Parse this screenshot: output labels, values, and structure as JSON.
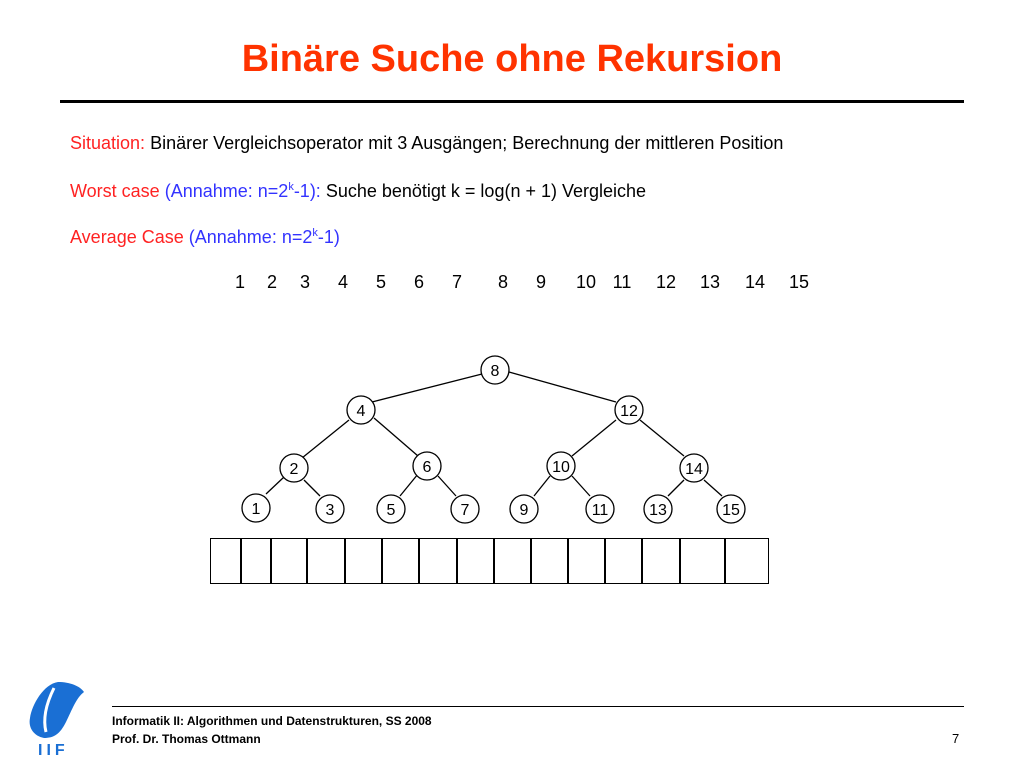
{
  "title": "Binäre Suche ohne Rekursion",
  "lines": {
    "situation_label": "Situation:",
    "situation_text": "Binärer Vergleichsoperator mit 3 Ausgängen; Berechnung der mittleren Position",
    "worst_label": "Worst case",
    "worst_annahme_pre": "(Annahme: n=2",
    "worst_annahme_sup": "k",
    "worst_annahme_post": "-1):",
    "worst_text": "Suche benötigt  k = log(n + 1) Vergleiche",
    "avg_label": "Average Case",
    "avg_annahme_pre": "(Annahme: n=2",
    "avg_annahme_sup": "k",
    "avg_annahme_post": "-1)"
  },
  "numbers": [
    "1",
    "2",
    "3",
    "4",
    "5",
    "6",
    "7",
    "8",
    "9",
    "10",
    "11",
    "12",
    "13",
    "14",
    "15"
  ],
  "tree": {
    "nodes": [
      "8",
      "4",
      "12",
      "2",
      "6",
      "10",
      "14",
      "1",
      "3",
      "5",
      "7",
      "9",
      "11",
      "13",
      "15"
    ]
  },
  "array": {
    "cells": 15
  },
  "footer": {
    "line1": "Informatik II: Algorithmen und Datenstrukturen, SS 2008",
    "line2": "Prof. Dr. Thomas Ottmann",
    "page": "7"
  },
  "logo": {
    "text": "IIF",
    "color": "#1a6fd4"
  }
}
